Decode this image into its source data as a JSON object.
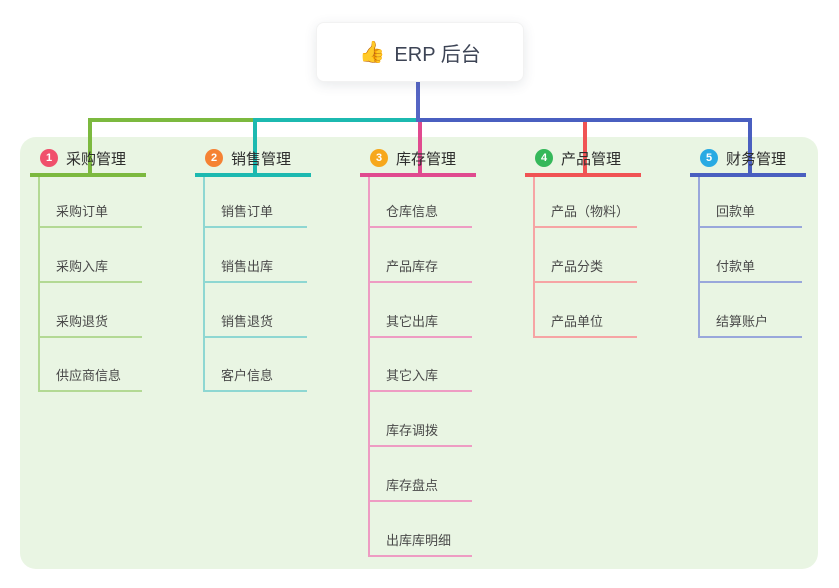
{
  "root": {
    "label": "ERP 后台",
    "icon": "thumbs-up-icon",
    "emoji": "👍",
    "line_color": "#5565c4"
  },
  "panel": {
    "background": "#e9f5e3"
  },
  "branches": [
    {
      "number": "1",
      "label": "采购管理",
      "badge_color": "#f0506c",
      "line_color": "#7cb93f",
      "sub_line_color": "#b3d994",
      "items": [
        "采购订单",
        "采购入库",
        "采购退货",
        "供应商信息"
      ]
    },
    {
      "number": "2",
      "label": "销售管理",
      "badge_color": "#f58234",
      "line_color": "#1cb9b0",
      "sub_line_color": "#8ed7d2",
      "items": [
        "销售订单",
        "销售出库",
        "销售退货",
        "客户信息"
      ]
    },
    {
      "number": "3",
      "label": "库存管理",
      "badge_color": "#f7a81c",
      "line_color": "#e04a8f",
      "sub_line_color": "#ee9cc3",
      "items": [
        "仓库信息",
        "产品库存",
        "其它出库",
        "其它入库",
        "库存调拨",
        "库存盘点",
        "出库库明细"
      ]
    },
    {
      "number": "4",
      "label": "产品管理",
      "badge_color": "#35b85a",
      "line_color": "#f05354",
      "sub_line_color": "#f6a4a4",
      "items": [
        "产品（物料）",
        "产品分类",
        "产品单位"
      ]
    },
    {
      "number": "5",
      "label": "财务管理",
      "badge_color": "#29aae3",
      "line_color": "#4a5fc0",
      "sub_line_color": "#99a7db",
      "items": [
        "回款单",
        "付款单",
        "结算账户"
      ]
    }
  ]
}
